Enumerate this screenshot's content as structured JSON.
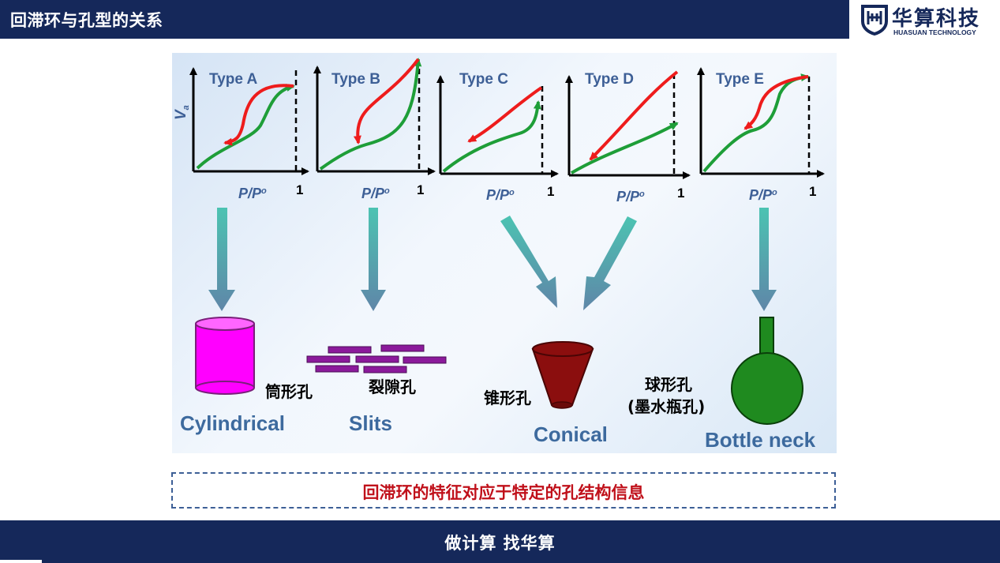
{
  "header": {
    "title": "回滞环与孔型的关系"
  },
  "logo": {
    "cn": "华算科技",
    "en": "HUASUAN TECHNOLOGY"
  },
  "figure": {
    "y_axis_label": "V",
    "y_axis_sub": "a",
    "x_axis_label": "P/P",
    "x_axis_sup": "o",
    "x_end_label": "1",
    "isotherms": [
      {
        "type": "Type A"
      },
      {
        "type": "Type B"
      },
      {
        "type": "Type C"
      },
      {
        "type": "Type D"
      },
      {
        "type": "Type E"
      }
    ],
    "pores": [
      {
        "en": "Cylindrical",
        "cn": "筒形孔"
      },
      {
        "en": "Slits",
        "cn": "裂隙孔"
      },
      {
        "en": "Conical",
        "cn": "锥形孔"
      },
      {
        "en": "Bottle neck",
        "cn": "球形孔",
        "cn2": "(墨水瓶孔)"
      }
    ]
  },
  "caption": "回滞环的特征对应于特定的孔结构信息",
  "footer": {
    "slogan": "做计算 找华算"
  },
  "colors": {
    "navy": "#15285a",
    "adsorption": "#1e9e38",
    "desorption": "#ee1c1c",
    "arrow": "#3fb8a5",
    "type_label": "#3d5f96",
    "pore_label": "#3d6a9e",
    "caption": "#c0101a"
  }
}
